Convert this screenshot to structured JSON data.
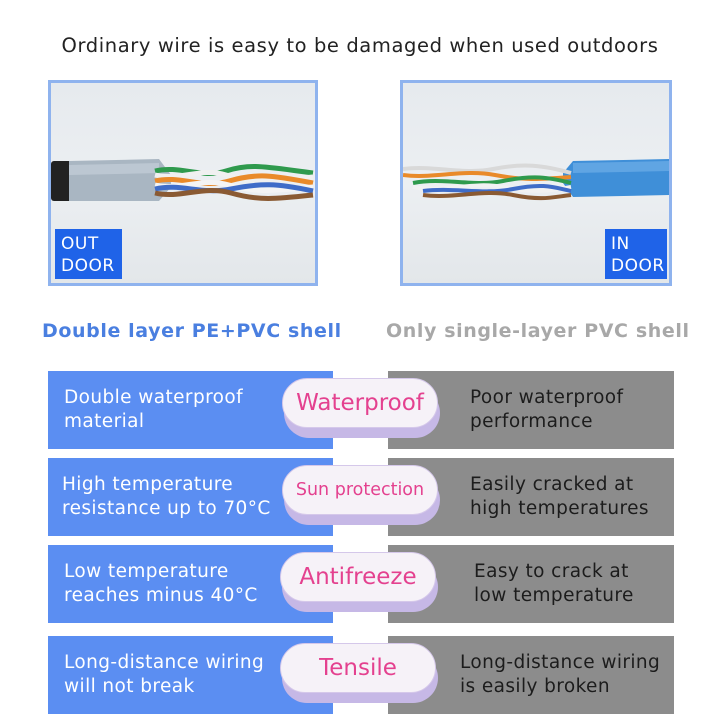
{
  "header": {
    "title": "Ordinary wire is easy to be damaged when used outdoors"
  },
  "photos": {
    "outdoor_tag": [
      "OUT",
      "DOOR"
    ],
    "indoor_tag": [
      "IN",
      "DOOR"
    ]
  },
  "captions": {
    "left": "Double layer PE+PVC shell",
    "right": "Only single-layer PVC shell"
  },
  "rows": [
    {
      "left": [
        "Double waterproof",
        "material"
      ],
      "pill": "Waterproof",
      "right": [
        "Poor waterproof",
        "performance"
      ]
    },
    {
      "left": [
        "High temperature",
        "resistance up to 70°C"
      ],
      "pill": "Sun protection",
      "right": [
        "Easily cracked at",
        "high temperatures"
      ]
    },
    {
      "left": [
        "Low temperature",
        "reaches minus 40°C"
      ],
      "pill": "Antifreeze",
      "right": [
        "Easy to crack at",
        "low temperature"
      ]
    },
    {
      "left": [
        "Long-distance wiring",
        "will not break"
      ],
      "pill": "Tensile",
      "right": [
        "Long-distance wiring",
        "is easily broken"
      ]
    }
  ],
  "colors": {
    "left_panel": "#5b8ef2",
    "right_panel": "#8c8c8c",
    "pill_text": "#e4418f",
    "tag_bg": "#1f63e8"
  }
}
